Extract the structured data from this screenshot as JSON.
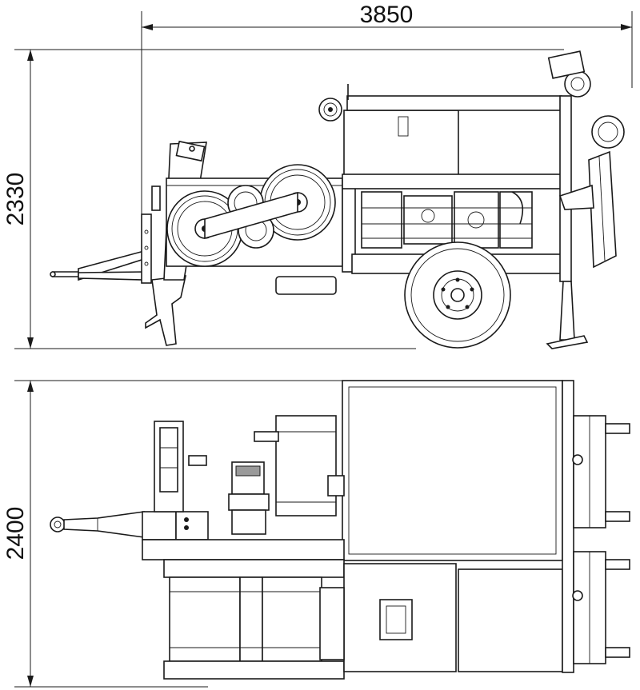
{
  "dimensions": {
    "overall_length": "3850",
    "side_view_height": "2330",
    "top_view_width": "2400"
  }
}
